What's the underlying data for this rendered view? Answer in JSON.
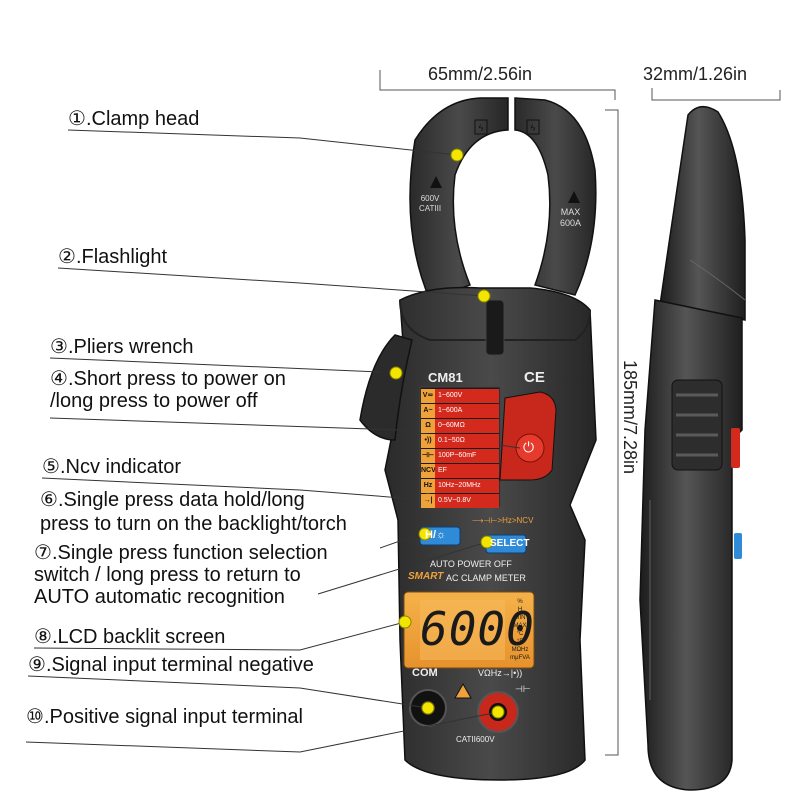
{
  "dimensions": {
    "width": "65mm/2.56in",
    "depth": "32mm/1.26in",
    "height": "185mm/7.28in"
  },
  "callouts": [
    {
      "num": "①",
      "lines": [
        ".Clamp head"
      ]
    },
    {
      "num": "②",
      "lines": [
        ".Flashlight"
      ]
    },
    {
      "num": "③",
      "lines": [
        ".Pliers wrench"
      ]
    },
    {
      "num": "④",
      "lines": [
        ".Short press to power on",
        "/long press to power off"
      ]
    },
    {
      "num": "⑤",
      "lines": [
        ".Ncv indicator"
      ]
    },
    {
      "num": "⑥",
      "lines": [
        ".Single press data hold/long",
        "press to turn on the backlight/torch"
      ]
    },
    {
      "num": "⑦",
      "lines": [
        ".Single press function selection",
        "switch / long press to return to",
        "AUTO automatic recognition"
      ]
    },
    {
      "num": "⑧",
      "lines": [
        ".LCD backlit screen"
      ]
    },
    {
      "num": "⑨",
      "lines": [
        ".Signal input terminal negative"
      ]
    },
    {
      "num": "⑩",
      "lines": [
        ".Positive signal input terminal"
      ]
    }
  ],
  "device": {
    "model": "CM81",
    "ce_mark": "CE",
    "left_warning": [
      "600V",
      "CATIII"
    ],
    "right_warning": [
      "MAX",
      "600A"
    ],
    "ranges": [
      {
        "sym": "V≂",
        "text": "1~600V"
      },
      {
        "sym": "A~",
        "text": "1~600A"
      },
      {
        "sym": "Ω",
        "text": "0~60MΩ"
      },
      {
        "sym": "•))",
        "text": "0.1~50Ω"
      },
      {
        "sym": "⊣⊢",
        "text": "100P~60mF"
      },
      {
        "sym": "NCV",
        "text": "EF"
      },
      {
        "sym": "Hz",
        "text": "10Hz~20MHz"
      },
      {
        "sym": "→|",
        "text": "0.5V~0.8V"
      }
    ],
    "func_sequence": "⟶⊣⊢>Hz>NCV",
    "hold_button": "H/☼",
    "select_button": "SELECT",
    "auto_power_off": "AUTO POWER OFF",
    "brand_smart": "SMART",
    "brand_title": "AC CLAMP METER",
    "lcd_value": "6000",
    "lcd_unit_lines": [
      "%",
      "H",
      "MIN",
      "MAX",
      "°C",
      "°F",
      "MΩHz",
      "mμFVA"
    ],
    "com_label": "COM",
    "input_label": "VΩHz→|•))",
    "input_label2": "⊣⊢",
    "cat_label": "CATII600V",
    "colors": {
      "body": "#3a3a3a",
      "body_dark": "#222222",
      "accent_red": "#d42a1e",
      "lcd_orange": "#f0a23a",
      "button_blue": "#2f8ad8",
      "callout_dot": "#f2e600"
    }
  }
}
